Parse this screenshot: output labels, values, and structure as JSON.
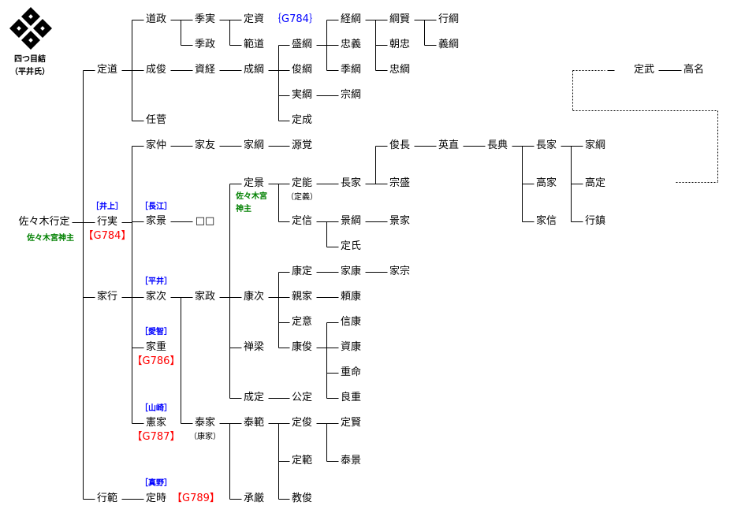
{
  "crest": {
    "icon": "yotsume-yui-crest-icon",
    "name": "四つ目結",
    "clan": "（平井氏）"
  },
  "people": [
    "佐々木行定",
    "定道",
    "行実",
    "家行",
    "行範",
    "道政",
    "成俊",
    "任菅",
    "家仲",
    "家景",
    "家次",
    "家重",
    "憲家",
    "定時",
    "季実",
    "季政",
    "資経",
    "家友",
    "□□",
    "家政",
    "泰家",
    "定資",
    "範道",
    "成綱",
    "家綱",
    "定景",
    "康次",
    "禅梁",
    "成定",
    "泰範",
    "承厳",
    "盛綱",
    "俊綱",
    "実綱",
    "定成",
    "源覚",
    "定能",
    "定信",
    "康定",
    "親家",
    "定意",
    "康俊",
    "公定",
    "定俊",
    "定範",
    "教俊",
    "経綱",
    "忠義",
    "季綱",
    "宗綱",
    "長家",
    "景綱",
    "定氏",
    "家康",
    "頼康",
    "信康",
    "資康",
    "重命",
    "良重",
    "定賢",
    "泰景",
    "綱賢",
    "朝忠",
    "忠綱",
    "俊長",
    "宗盛",
    "景家",
    "家宗",
    "行綱",
    "義綱",
    "英直",
    "長典",
    "長家",
    "高家",
    "家信",
    "家綱",
    "高定",
    "行鎮",
    "定武",
    "高名"
  ],
  "notes": [
    "｛G784｝",
    "［井上］",
    "【G784】",
    "［長江］",
    "佐々木宮神主",
    "佐々木宮",
    "神主",
    "（定義）",
    "［平井］",
    "［愛智］",
    "【G786】",
    "［山崎］",
    "【G787】",
    "（康家）",
    "［真野］",
    "【G789】"
  ],
  "colors": {
    "line": "#000000",
    "clan_tag": "#0000ff",
    "ref": "#ff0000",
    "priest": "#008000"
  }
}
